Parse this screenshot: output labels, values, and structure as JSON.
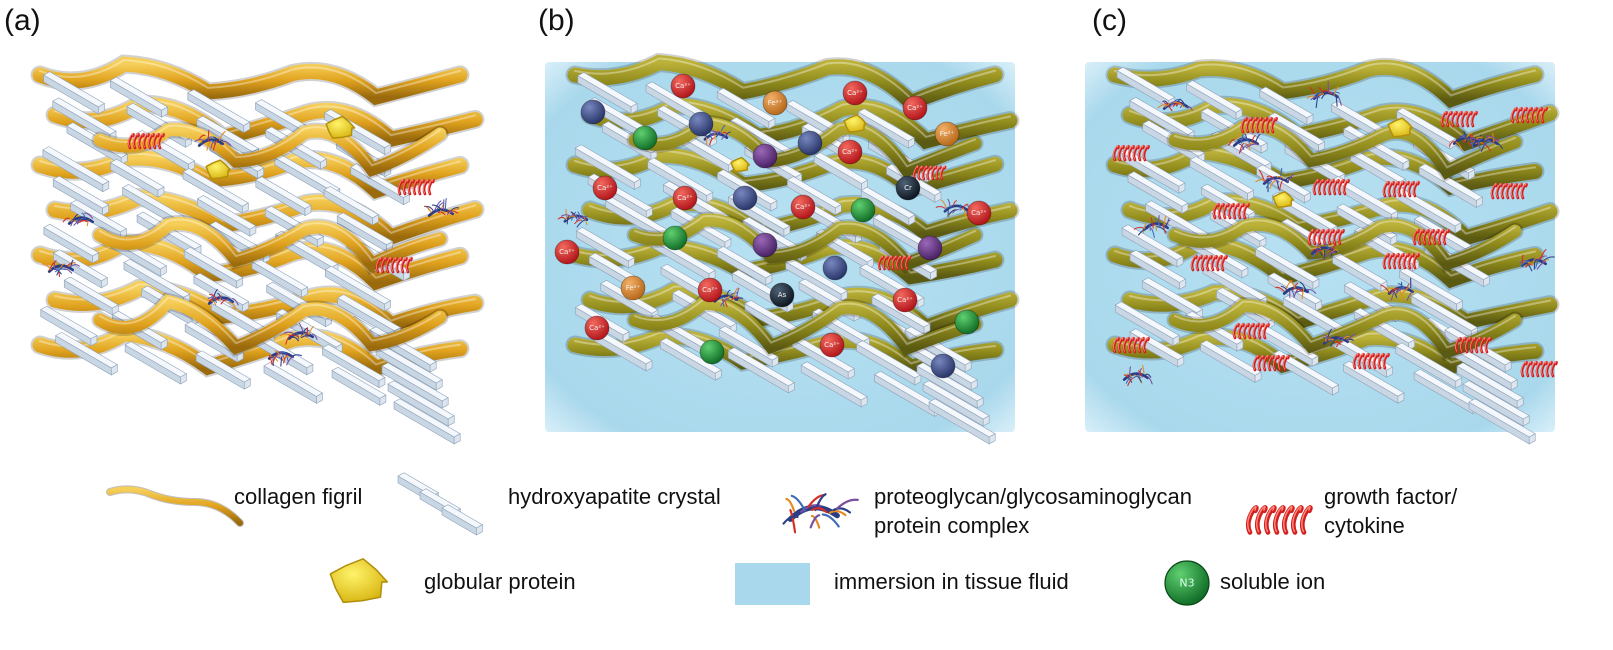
{
  "panels": [
    {
      "id": "a",
      "label": "(a)",
      "fluid": false,
      "fibril_color": "gold"
    },
    {
      "id": "b",
      "label": "(b)",
      "fluid": true,
      "fibril_color": "olive",
      "ions": true
    },
    {
      "id": "c",
      "label": "(c)",
      "fluid": true,
      "fibril_color": "olive",
      "ions": false
    }
  ],
  "ion_symbols": [
    "Ca²⁺",
    "Fe²⁺",
    "Cr",
    "As",
    "N3"
  ],
  "legend": {
    "collagen": "collagen figril",
    "hydroxyapatite": "hydroxyapatite crystal",
    "proteoglycan_line1": "proteoglycan/glycosaminoglycan",
    "proteoglycan_line2": "protein complex",
    "growth_line1": "growth factor/",
    "growth_line2": "cytokine",
    "globular": "globular protein",
    "fluid": "immersion in tissue fluid",
    "ion": "soluble ion",
    "ion_symbol": "N3"
  },
  "colors": {
    "collagen_gold": "#e0a21e",
    "collagen_olive": "#8f8a1c",
    "crystal": "#eef3f8",
    "fluid": "#a9d8ec",
    "ion_red": "#d3262a",
    "ion_blue": "#3e4f8a",
    "ion_green": "#1e9a3a",
    "ion_orange": "#d98a35",
    "ion_purple": "#6a3a8a",
    "ion_dark": "#1d2b3a",
    "globular": "#f2e22a",
    "growth": "#d21f1f"
  }
}
